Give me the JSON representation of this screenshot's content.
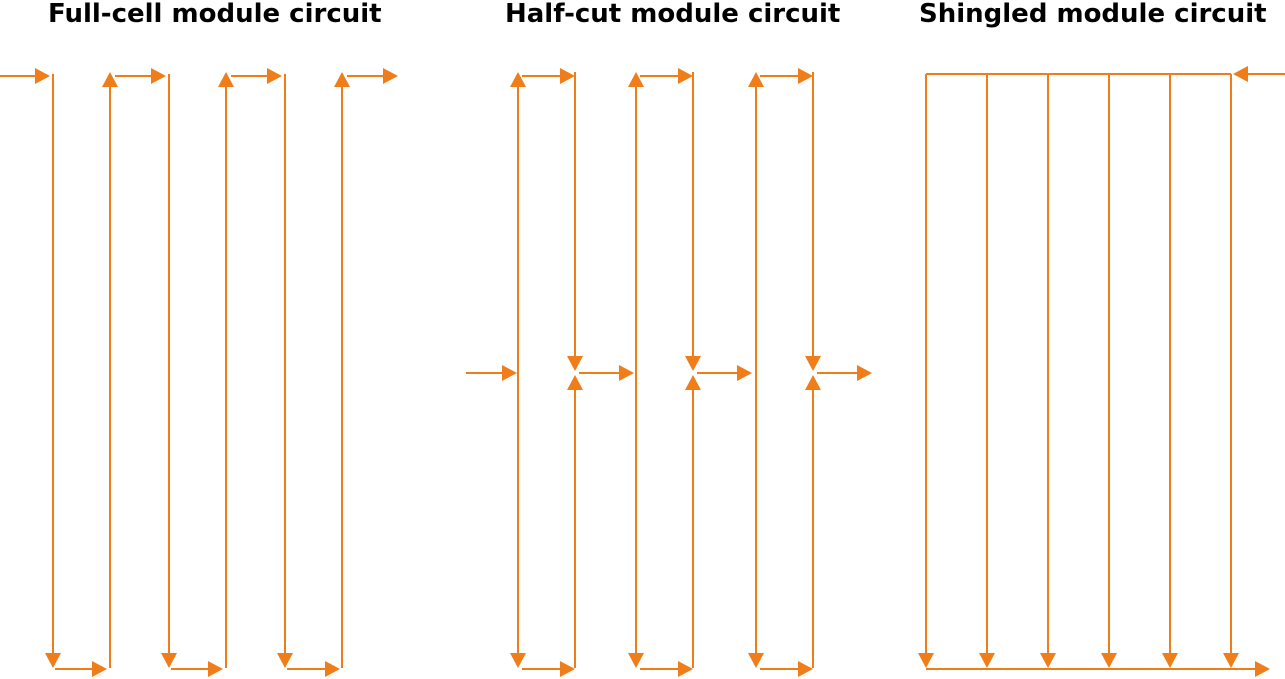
{
  "titles": {
    "full_cell": "Full-cell module circuit",
    "half_cut": "Half-cut module circuit",
    "shingled": "Shingled module circuit"
  },
  "colors": {
    "wire": "#ee7d1a",
    "title": "#000000",
    "background": "#ffffff"
  },
  "icons": {
    "arrowhead": "arrowhead-icon"
  },
  "diagrams": {
    "full_cell": {
      "columns": 6
    },
    "half_cut": {
      "columns": 6,
      "sections": 2
    },
    "shingled": {
      "columns": 6
    }
  }
}
